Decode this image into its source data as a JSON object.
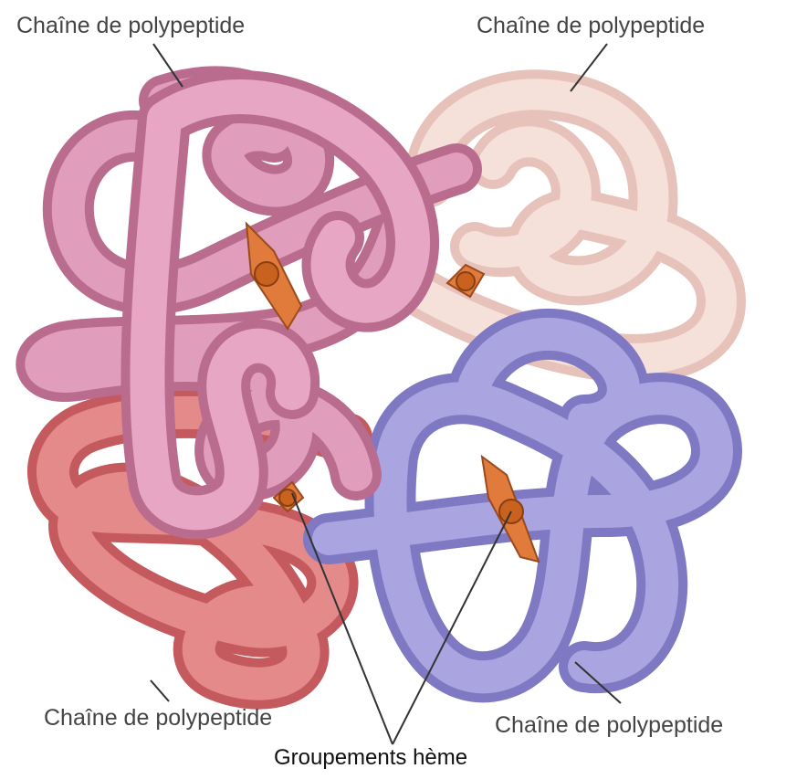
{
  "labels": {
    "top_left": "Chaîne de polypeptide",
    "top_right": "Chaîne de polypeptide",
    "bottom_left": "Chaîne de polypeptide",
    "bottom_right": "Chaîne de polypeptide",
    "heme": "Groupements hème"
  },
  "colors": {
    "chain_top_left": "#d98fb0",
    "chain_top_right": "#f1d3cc",
    "chain_bottom_left": "#de7d7f",
    "chain_bottom_right": "#a09ad8",
    "heme": "#e07b3c",
    "leader_line": "#333333"
  }
}
